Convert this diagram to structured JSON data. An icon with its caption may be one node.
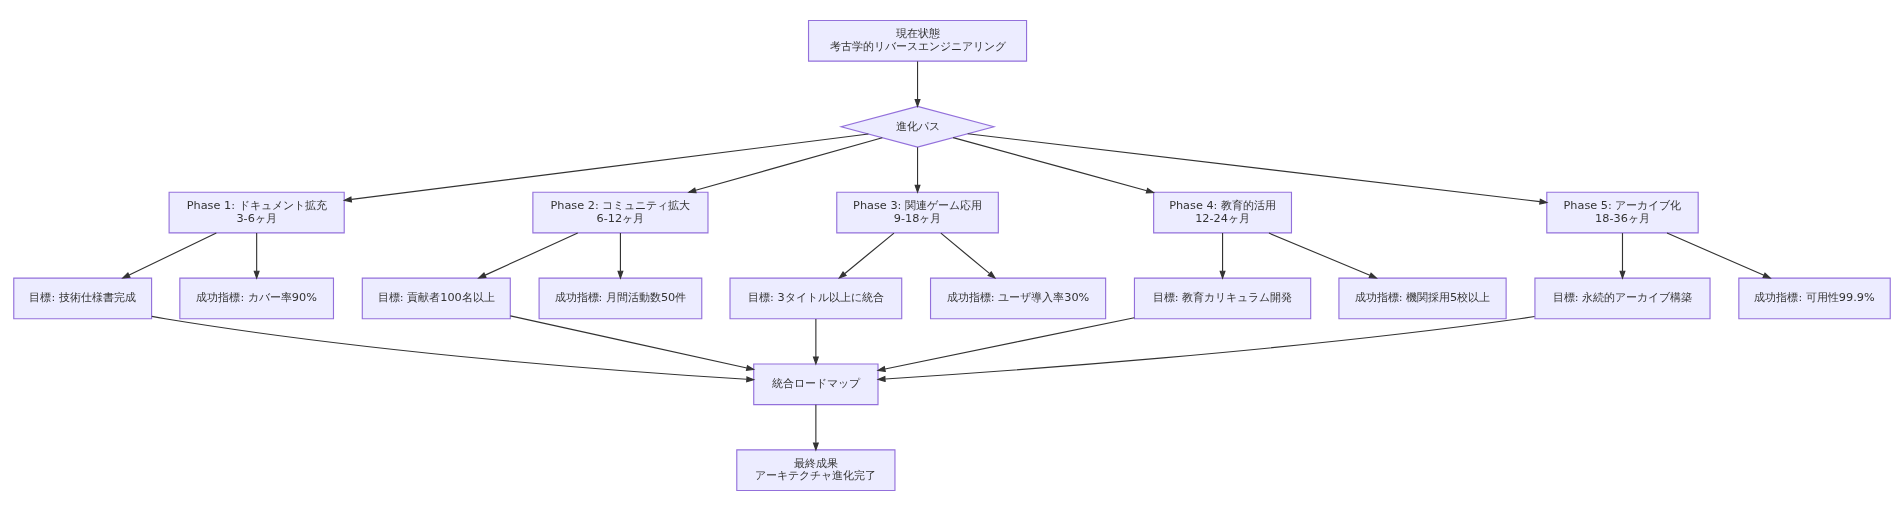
{
  "diagram": {
    "nodes": [
      {
        "text": [
          "現在状態",
          "考古学的リバースエンジニアリング"
        ]
      },
      {
        "text": [
          "進化パス"
        ]
      },
      {
        "text": [
          "Phase 1: ドキュメント拡充",
          "3-6ヶ月"
        ]
      },
      {
        "text": [
          "Phase 2: コミュニティ拡大",
          "6-12ヶ月"
        ]
      },
      {
        "text": [
          "Phase 3: 関連ゲーム応用",
          "9-18ヶ月"
        ]
      },
      {
        "text": [
          "Phase 4: 教育的活用",
          "12-24ヶ月"
        ]
      },
      {
        "text": [
          "Phase 5: アーカイブ化",
          "18-36ヶ月"
        ]
      },
      {
        "text": [
          "目標: 技術仕様書完成"
        ]
      },
      {
        "text": [
          "成功指標: カバー率90%"
        ]
      },
      {
        "text": [
          "目標: 貢献者100名以上"
        ]
      },
      {
        "text": [
          "成功指標: 月間活動数50件"
        ]
      },
      {
        "text": [
          "目標: 3タイトル以上に統合"
        ]
      },
      {
        "text": [
          "成功指標: ユーザ導入率30%"
        ]
      },
      {
        "text": [
          "目標: 教育カリキュラム開発"
        ]
      },
      {
        "text": [
          "成功指標: 機関採用5校以上"
        ]
      },
      {
        "text": [
          "目標: 永続的アーカイブ構築"
        ]
      },
      {
        "text": [
          "成功指標: 可用性99.9%"
        ]
      },
      {
        "text": [
          "統合ロードマップ"
        ]
      },
      {
        "text": [
          "最終成果",
          "アーキテクチャ進化完了"
        ]
      }
    ],
    "edges": [
      {
        "from": 0,
        "to": 1,
        "arrow": "to"
      },
      {
        "from": 1,
        "to": 2,
        "arrow": "to"
      },
      {
        "from": 1,
        "to": 3,
        "arrow": "to"
      },
      {
        "from": 1,
        "to": 4,
        "arrow": "to"
      },
      {
        "from": 1,
        "to": 5,
        "arrow": "to"
      },
      {
        "from": 1,
        "to": 6,
        "arrow": "to"
      },
      {
        "from": 2,
        "to": 7,
        "arrow": "to"
      },
      {
        "from": 2,
        "to": 8,
        "arrow": "to"
      },
      {
        "from": 3,
        "to": 9,
        "arrow": "to"
      },
      {
        "from": 3,
        "to": 10,
        "arrow": "to"
      },
      {
        "from": 4,
        "to": 11,
        "arrow": "to"
      },
      {
        "from": 4,
        "to": 12,
        "arrow": "to"
      },
      {
        "from": 5,
        "to": 13,
        "arrow": "to"
      },
      {
        "from": 5,
        "to": 14,
        "arrow": "to"
      },
      {
        "from": 6,
        "to": 15,
        "arrow": "to"
      },
      {
        "from": 6,
        "to": 16,
        "arrow": "to"
      },
      {
        "from": 7,
        "to": 17,
        "arrow": "to"
      },
      {
        "from": 9,
        "to": 17,
        "arrow": "to"
      },
      {
        "from": 11,
        "to": 17,
        "arrow": "to"
      },
      {
        "from": 13,
        "to": 17,
        "arrow": "to"
      },
      {
        "from": 15,
        "to": 17,
        "arrow": "to"
      },
      {
        "from": 17,
        "to": 18,
        "arrow": "to"
      }
    ]
  }
}
